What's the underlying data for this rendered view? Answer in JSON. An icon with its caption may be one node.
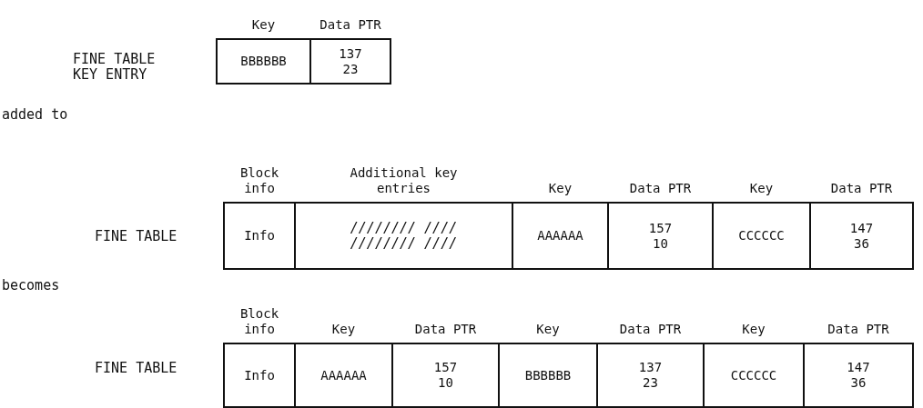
{
  "diagram": {
    "nodes": [
      {
        "text": [
          "BBBBBB"
        ],
        "beside": [
          "Key"
        ]
      },
      {
        "text": [
          "137 23"
        ],
        "beside": [
          "Data PTR"
        ]
      },
      {
        "text": [
          "Info"
        ],
        "beside": [
          "Block info"
        ]
      },
      {
        "text": [
          "//////// ////",
          "//////// ////"
        ],
        "beside": [
          "Additional key entries"
        ]
      },
      {
        "text": [
          "AAAAAA"
        ],
        "beside": [
          "Key"
        ]
      },
      {
        "text": [
          "157 10"
        ],
        "beside": [
          "Data PTR"
        ]
      },
      {
        "text": [
          "CCCCCC"
        ],
        "beside": [
          "Key"
        ]
      },
      {
        "text": [
          "147 36"
        ],
        "beside": [
          "Data PTR"
        ]
      },
      {
        "text": [
          "Info"
        ],
        "beside": [
          "Block info"
        ]
      },
      {
        "text": [
          "AAAAAA"
        ],
        "beside": [
          "Key"
        ]
      },
      {
        "text": [
          "157 10"
        ],
        "beside": [
          "Data PTR"
        ]
      },
      {
        "text": [
          "BBBBBB"
        ],
        "beside": [
          "Key"
        ]
      },
      {
        "text": [
          "137 23"
        ],
        "beside": [
          "Data PTR"
        ]
      },
      {
        "text": [
          "CCCCCC"
        ],
        "beside": [
          "Key"
        ]
      },
      {
        "text": [
          "147 36"
        ],
        "beside": [
          "Data PTR"
        ]
      }
    ],
    "edges": [],
    "labels": [
      "FINE TABLE KEY ENTRY",
      "added to",
      "FINE TABLE",
      "becomes",
      "FINE TABLE"
    ]
  }
}
